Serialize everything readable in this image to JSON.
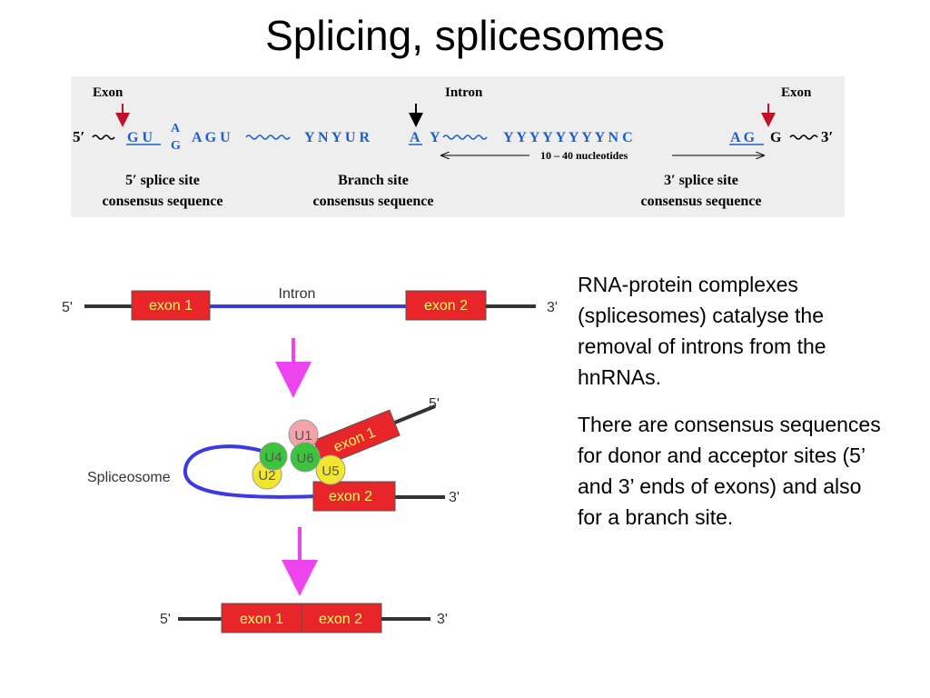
{
  "title": "Splicing, splicesomes",
  "consensus": {
    "label_exon_left": "Exon",
    "label_intron": "Intron",
    "label_exon_right": "Exon",
    "end_5": "5′",
    "end_3": "3′",
    "seq_gu": "G U",
    "seq_a_top": "A",
    "seq_g_bottom": "G",
    "seq_agu": "A G U",
    "seq_branch_left": "Y N Y U R",
    "seq_branch_a": "A",
    "seq_branch_y": "Y",
    "seq_poly_y": "Y Y Y Y Y Y Y Y N C",
    "seq_ag": "A G",
    "seq_g_exon": "G",
    "nucleotides_label": "10 – 40 nucleotides",
    "site_5_line1": "5′ splice site",
    "site_5_line2": "consensus sequence",
    "branch_line1": "Branch site",
    "branch_line2": "consensus sequence",
    "site_3_line1": "3′ splice site",
    "site_3_line2": "consensus sequence"
  },
  "pre_mrna": {
    "end_5": "5'",
    "end_3": "3'",
    "exon1": "exon 1",
    "exon2": "exon 2",
    "intron": "Intron"
  },
  "spliceosome": {
    "label": "Spliceosome",
    "end_5": "5'",
    "end_3": "3'",
    "exon1": "exon 1",
    "exon2": "exon 2",
    "u1": "U1",
    "u2": "U2",
    "u4": "U4",
    "u5": "U5",
    "u6": "U6"
  },
  "mature": {
    "end_5": "5'",
    "end_3": "3'",
    "exon1": "exon 1",
    "exon2": "exon 2"
  },
  "text": {
    "paragraph1": "RNA-protein complexes (splicesomes) catalyse the removal of introns from the hnRNAs.",
    "paragraph2": "There are consensus sequences for donor and acceptor sites (5’ and 3’ ends of exons) and also for a branch site."
  },
  "colors": {
    "exon_fill": "#e8262a",
    "exon_text": "#ffff66",
    "intron_line": "#3a3ae6",
    "arrow": "#ee44ee",
    "seq_blue": "#1a5fd1",
    "marker_red": "#c0102a",
    "u1": "#f4a3a8",
    "u2": "#f2e72e",
    "u4": "#3cc43c",
    "u5": "#f2e72e",
    "u6": "#3cc43c"
  }
}
